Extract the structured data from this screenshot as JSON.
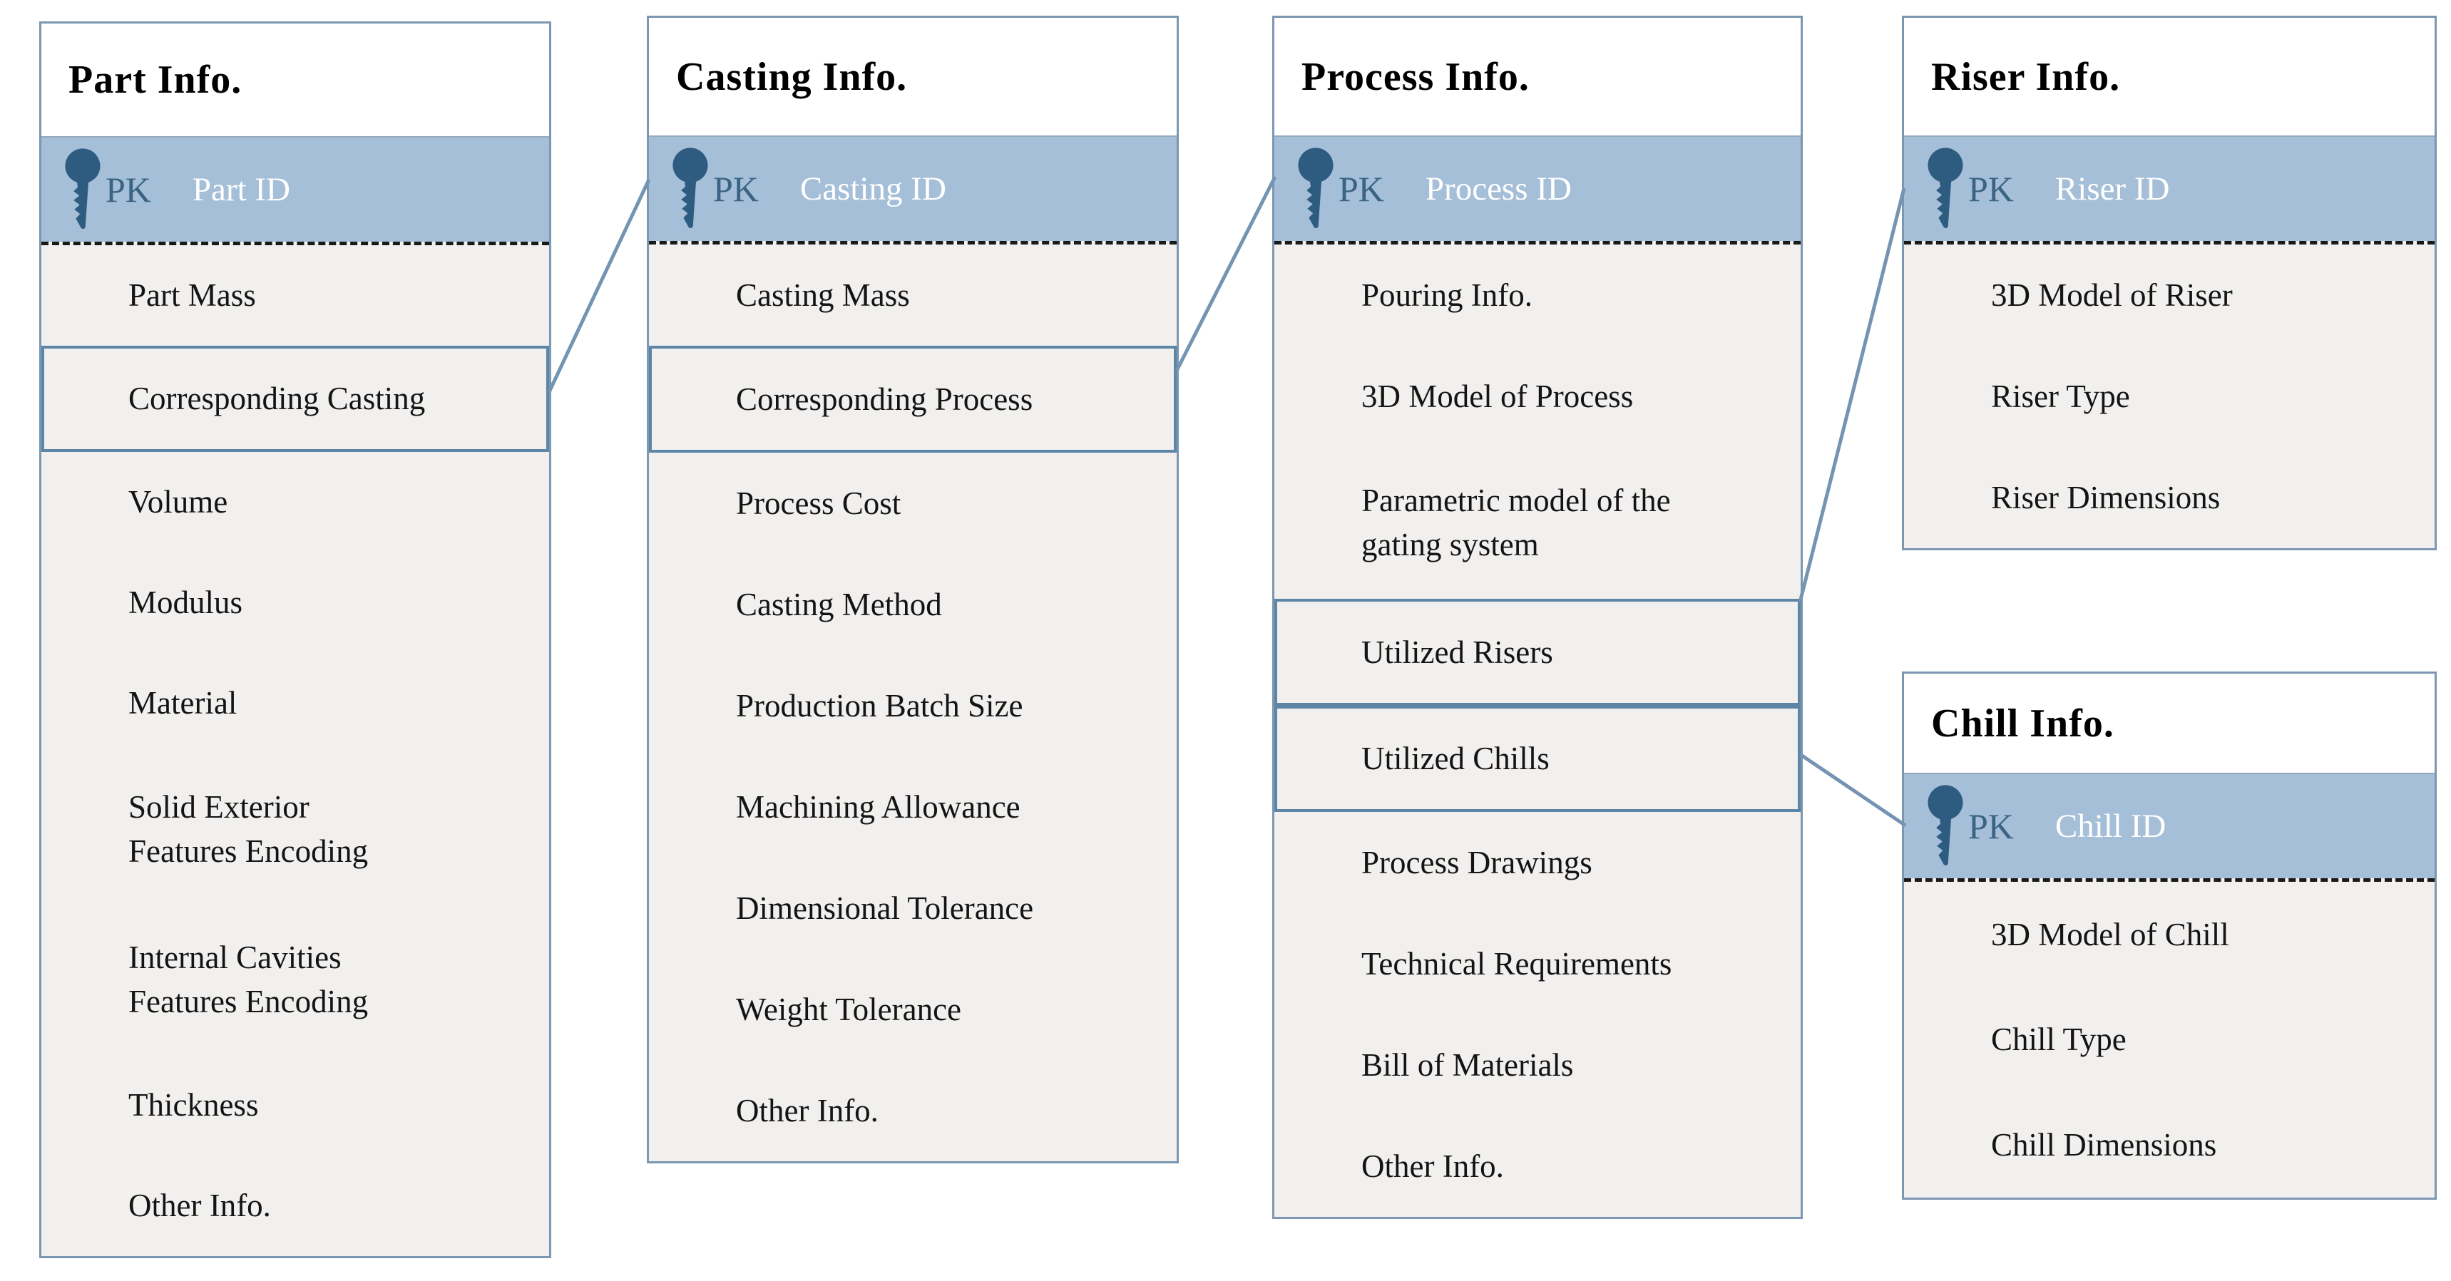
{
  "diagram": {
    "colors": {
      "table_border": "#7b97b1",
      "pk_row_bg": "#a5bfd8",
      "pk_text": "#3a6384",
      "pk_field_text": "#ffffff",
      "key_icon": "#2e5b80",
      "attr_bg": "#f1f0ef",
      "header_bg": "#ffffff",
      "fk_box_border": "#5d85a5",
      "relationship_line": "#7494b2",
      "attr_text": "#141414",
      "dashed_separator": "#1a1a1a"
    },
    "tables": [
      {
        "title": "Part Info.",
        "pk_badge": "PK",
        "pk_field": "Part ID",
        "attributes": [
          {
            "label": "Part Mass"
          },
          {
            "label": "Corresponding Casting",
            "boxed": true
          },
          {
            "label": "Volume"
          },
          {
            "label": "Modulus"
          },
          {
            "label": "Material"
          },
          {
            "label": "Solid Exterior\nFeatures Encoding",
            "two_line": true
          },
          {
            "label": "Internal Cavities\nFeatures Encoding",
            "two_line": true
          },
          {
            "label": "Thickness"
          },
          {
            "label": "Other Info."
          }
        ]
      },
      {
        "title": "Casting Info.",
        "pk_badge": "PK",
        "pk_field": "Casting ID",
        "attributes": [
          {
            "label": "Casting Mass"
          },
          {
            "label": "Corresponding Process",
            "boxed": true
          },
          {
            "label": "Process Cost"
          },
          {
            "label": "Casting Method"
          },
          {
            "label": "Production Batch Size"
          },
          {
            "label": "Machining Allowance"
          },
          {
            "label": "Dimensional Tolerance"
          },
          {
            "label": "Weight Tolerance"
          },
          {
            "label": "Other Info."
          }
        ]
      },
      {
        "title": "Process Info.",
        "pk_badge": "PK",
        "pk_field": "Process ID",
        "attributes": [
          {
            "label": "Pouring Info."
          },
          {
            "label": "3D Model of Process"
          },
          {
            "label": "Parametric model of the\ngating system",
            "two_line": true
          },
          {
            "label": "Utilized Risers",
            "boxed": true
          },
          {
            "label": "Utilized Chills",
            "boxed": true
          },
          {
            "label": "Process Drawings"
          },
          {
            "label": "Technical Requirements"
          },
          {
            "label": "Bill of Materials"
          },
          {
            "label": "Other Info."
          }
        ]
      },
      {
        "title": "Riser Info.",
        "pk_badge": "PK",
        "pk_field": "Riser ID",
        "attributes": [
          {
            "label": "3D Model of Riser"
          },
          {
            "label": "Riser Type"
          },
          {
            "label": "Riser Dimensions"
          }
        ]
      },
      {
        "title": "Chill Info.",
        "pk_badge": "PK",
        "pk_field": "Chill ID",
        "attributes": [
          {
            "label": "3D Model of Chill"
          },
          {
            "label": "Chill Type"
          },
          {
            "label": "Chill Dimensions"
          }
        ]
      }
    ],
    "relationships": [
      {
        "from_table": "Part Info.",
        "from_field": "Corresponding Casting",
        "to_table": "Casting Info.",
        "to_field": "Casting ID"
      },
      {
        "from_table": "Casting Info.",
        "from_field": "Corresponding Process",
        "to_table": "Process Info.",
        "to_field": "Process ID"
      },
      {
        "from_table": "Process Info.",
        "from_field": "Utilized Risers",
        "to_table": "Riser Info.",
        "to_field": "Riser ID"
      },
      {
        "from_table": "Process Info.",
        "from_field": "Utilized Chills",
        "to_table": "Chill Info.",
        "to_field": "Chill ID"
      }
    ]
  }
}
